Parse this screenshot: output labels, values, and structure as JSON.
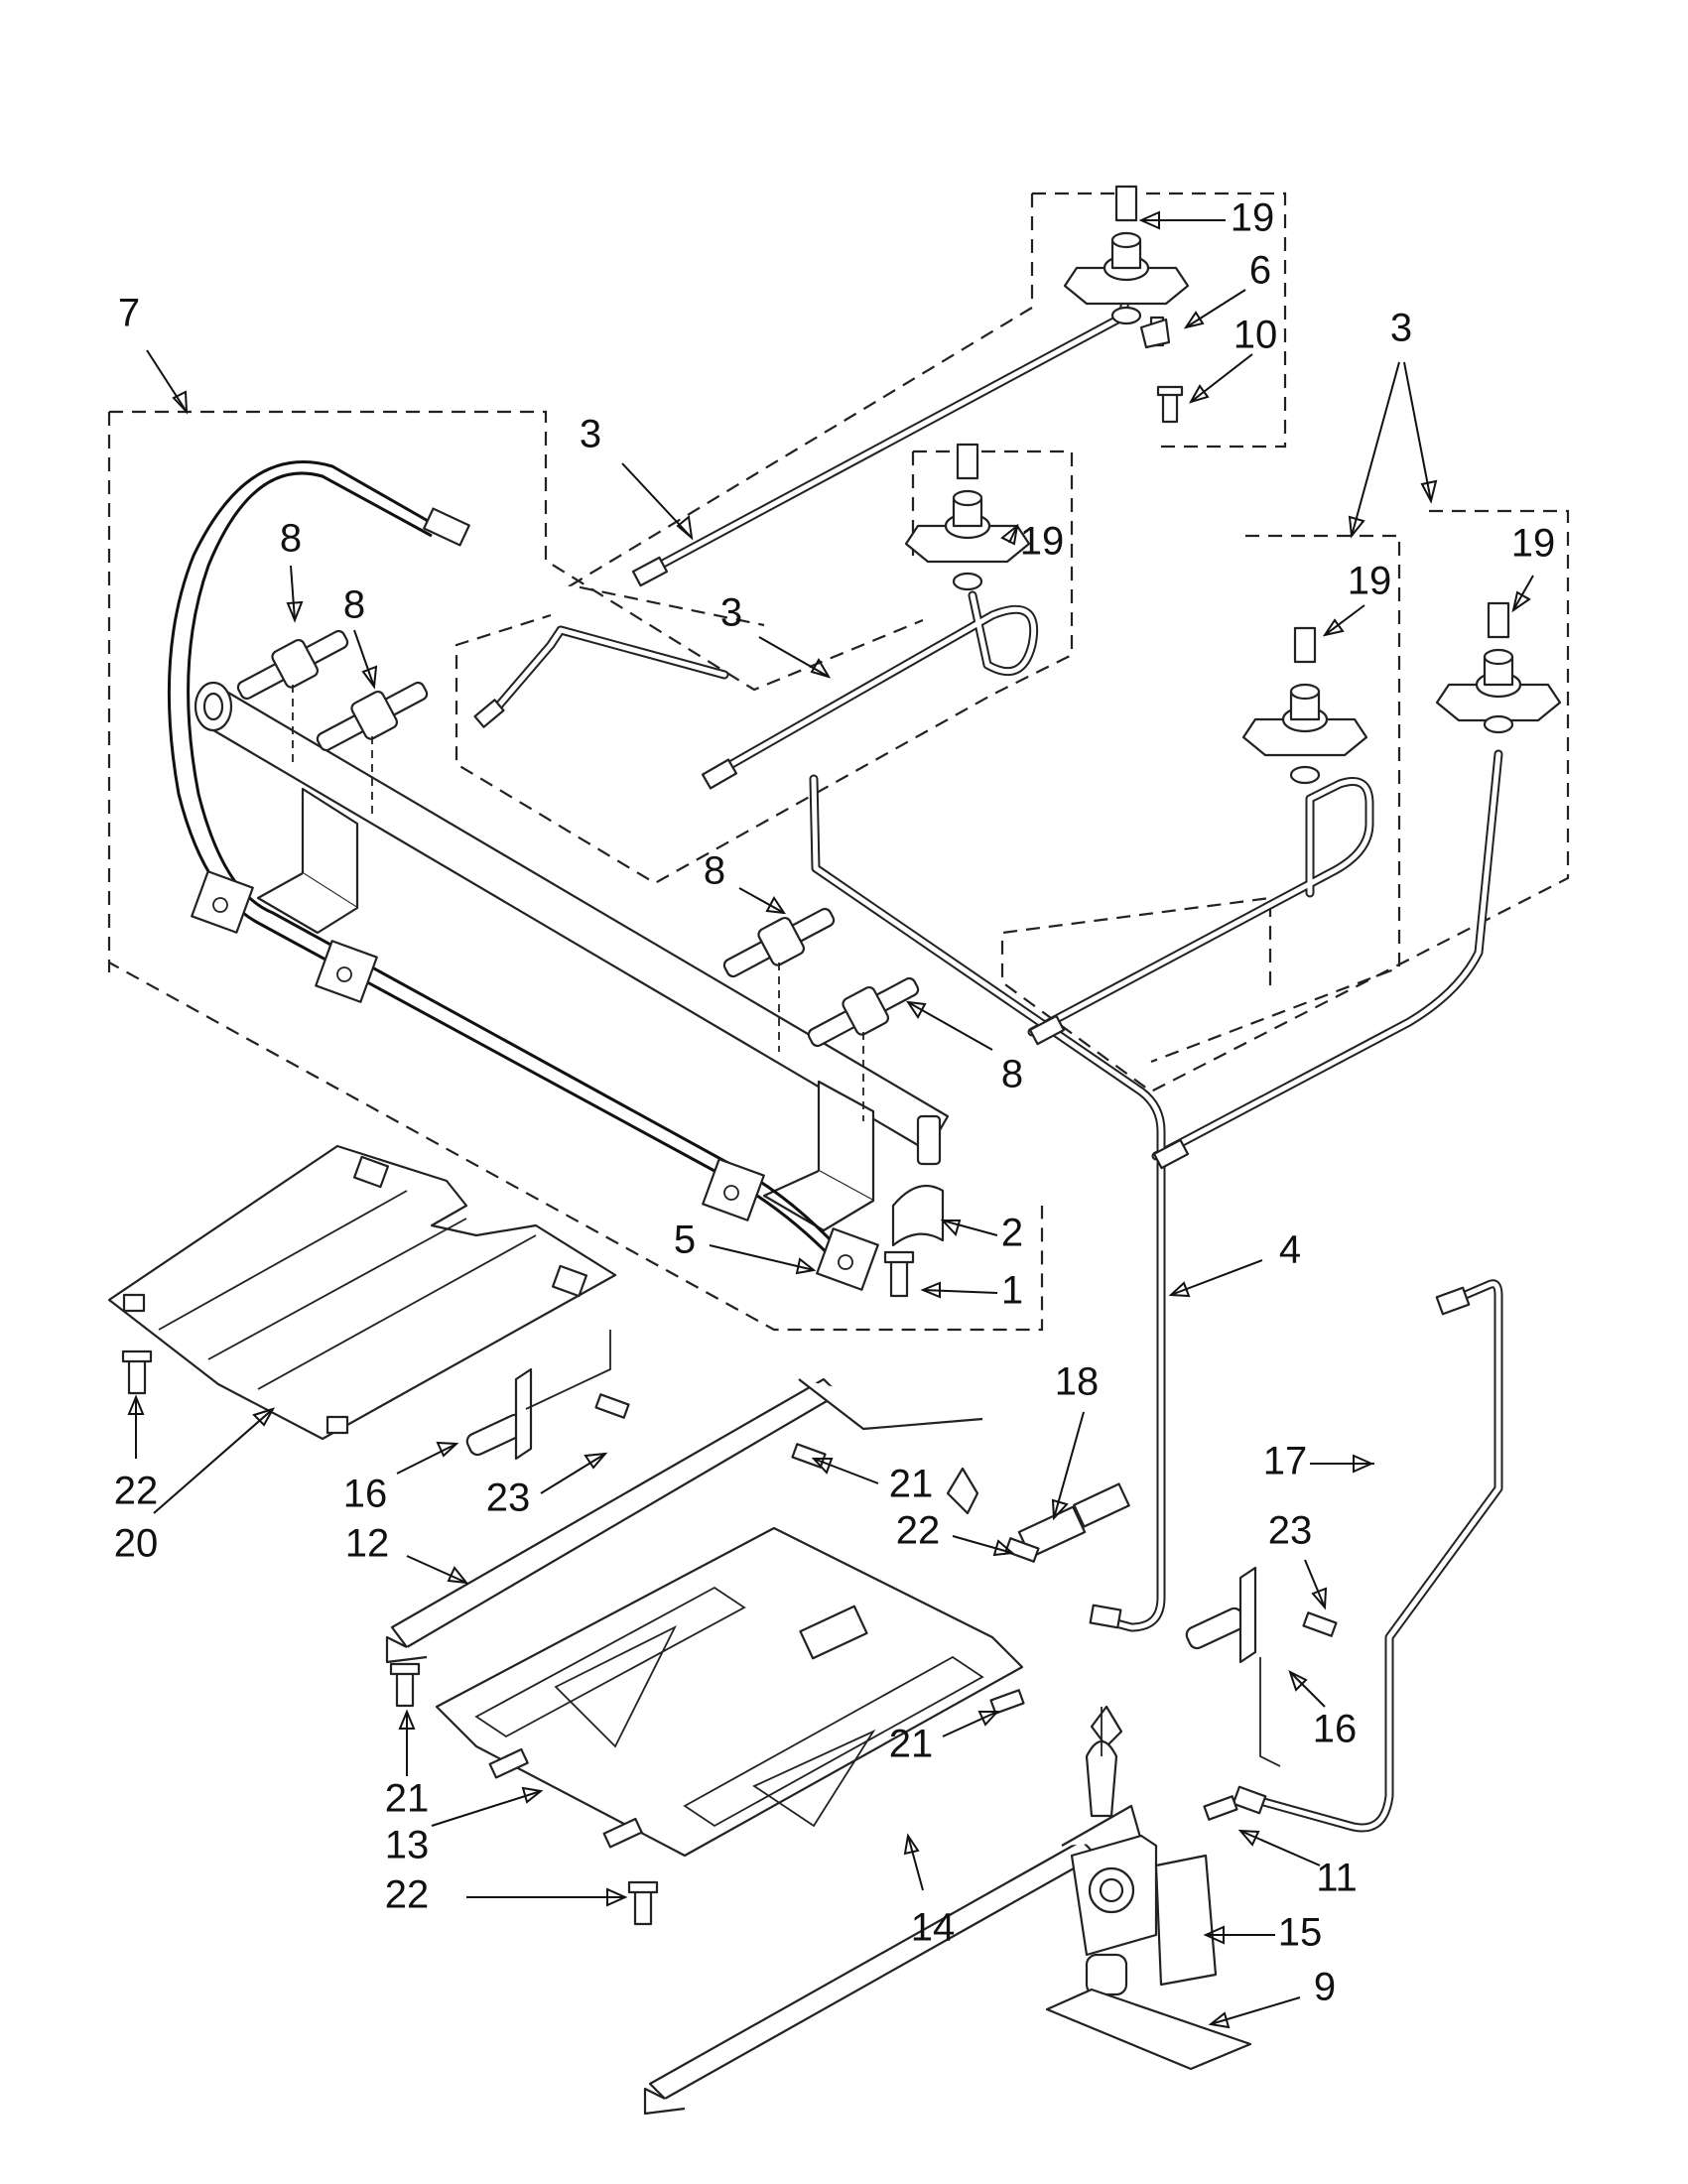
{
  "diagram": {
    "callouts": [
      "19",
      "6",
      "10",
      "7",
      "3",
      "3",
      "19",
      "3",
      "19",
      "19",
      "8",
      "8",
      "8",
      "8",
      "2",
      "5",
      "1",
      "4",
      "18",
      "17",
      "23",
      "16",
      "22",
      "20",
      "16",
      "23",
      "21",
      "12",
      "22",
      "21",
      "21",
      "13",
      "22",
      "14",
      "11",
      "15",
      "9"
    ]
  }
}
